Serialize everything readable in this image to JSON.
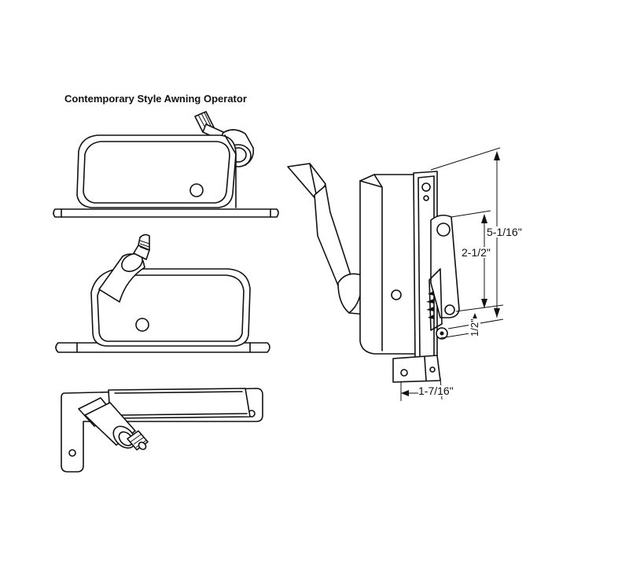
{
  "diagram": {
    "title": "Contemporary Style Awning Operator",
    "dimensions": {
      "height_overall": "5-1/16\"",
      "hole_spacing": "2-1/2\"",
      "offset": "1/2\"",
      "width": "1-7/16\""
    }
  }
}
